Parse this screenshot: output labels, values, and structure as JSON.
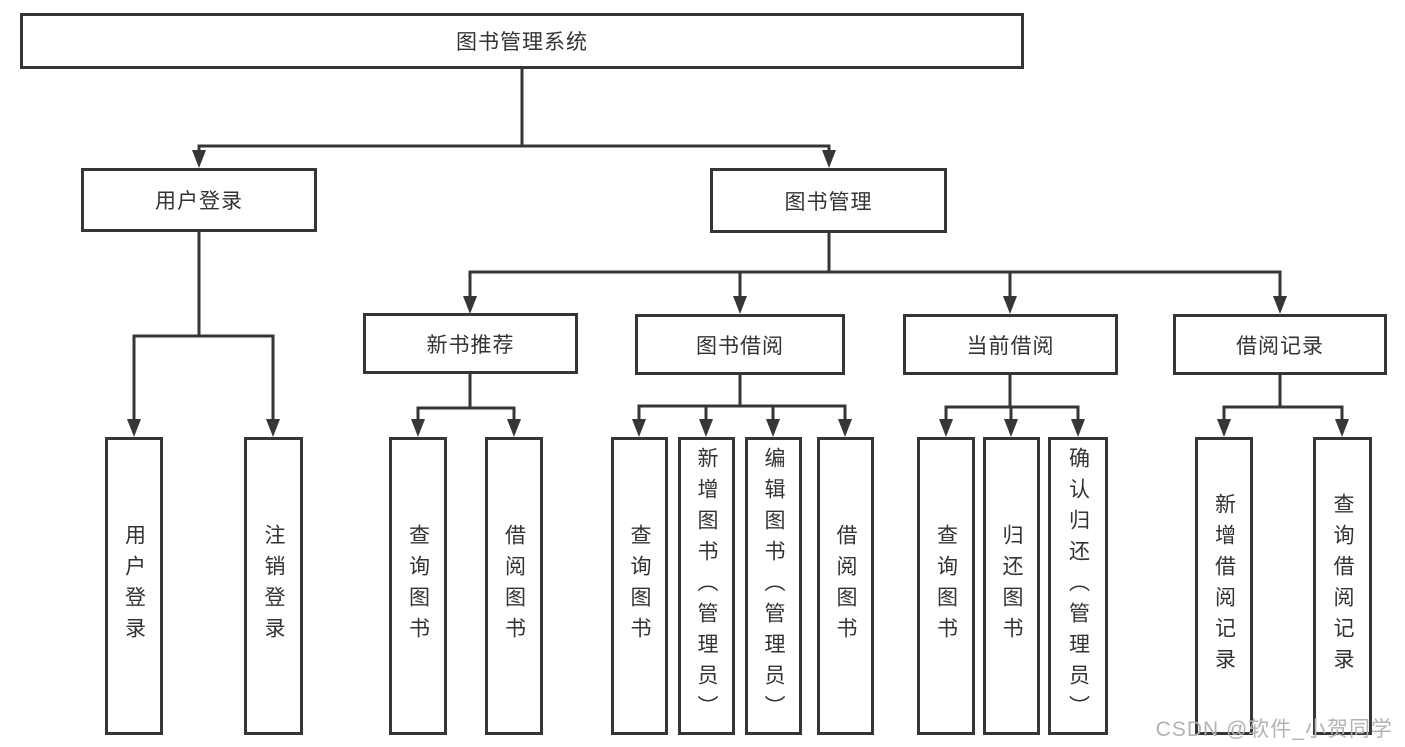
{
  "diagram": {
    "root": {
      "label": "图书管理系统"
    },
    "branches": [
      {
        "label": "用户登录",
        "children": [
          {
            "label": "用户登录"
          },
          {
            "label": "注销登录"
          }
        ]
      },
      {
        "label": "图书管理",
        "children": [
          {
            "label": "新书推荐",
            "children": [
              {
                "label": "查询图书"
              },
              {
                "label": "借阅图书"
              }
            ]
          },
          {
            "label": "图书借阅",
            "children": [
              {
                "label": "查询图书"
              },
              {
                "label": "新增图书（管理员）"
              },
              {
                "label": "编辑图书（管理员）"
              },
              {
                "label": "借阅图书"
              }
            ]
          },
          {
            "label": "当前借阅",
            "children": [
              {
                "label": "查询图书"
              },
              {
                "label": "归还图书"
              },
              {
                "label": "确认归还（管理员）"
              }
            ]
          },
          {
            "label": "借阅记录",
            "children": [
              {
                "label": "新增借阅记录"
              },
              {
                "label": "查询借阅记录"
              }
            ]
          }
        ]
      }
    ]
  },
  "watermark": {
    "text": "CSDN @软件_小贺同学"
  },
  "colors": {
    "line": "#363636",
    "text": "#333333",
    "watermark": "#b3b3b3",
    "background": "#ffffff"
  }
}
